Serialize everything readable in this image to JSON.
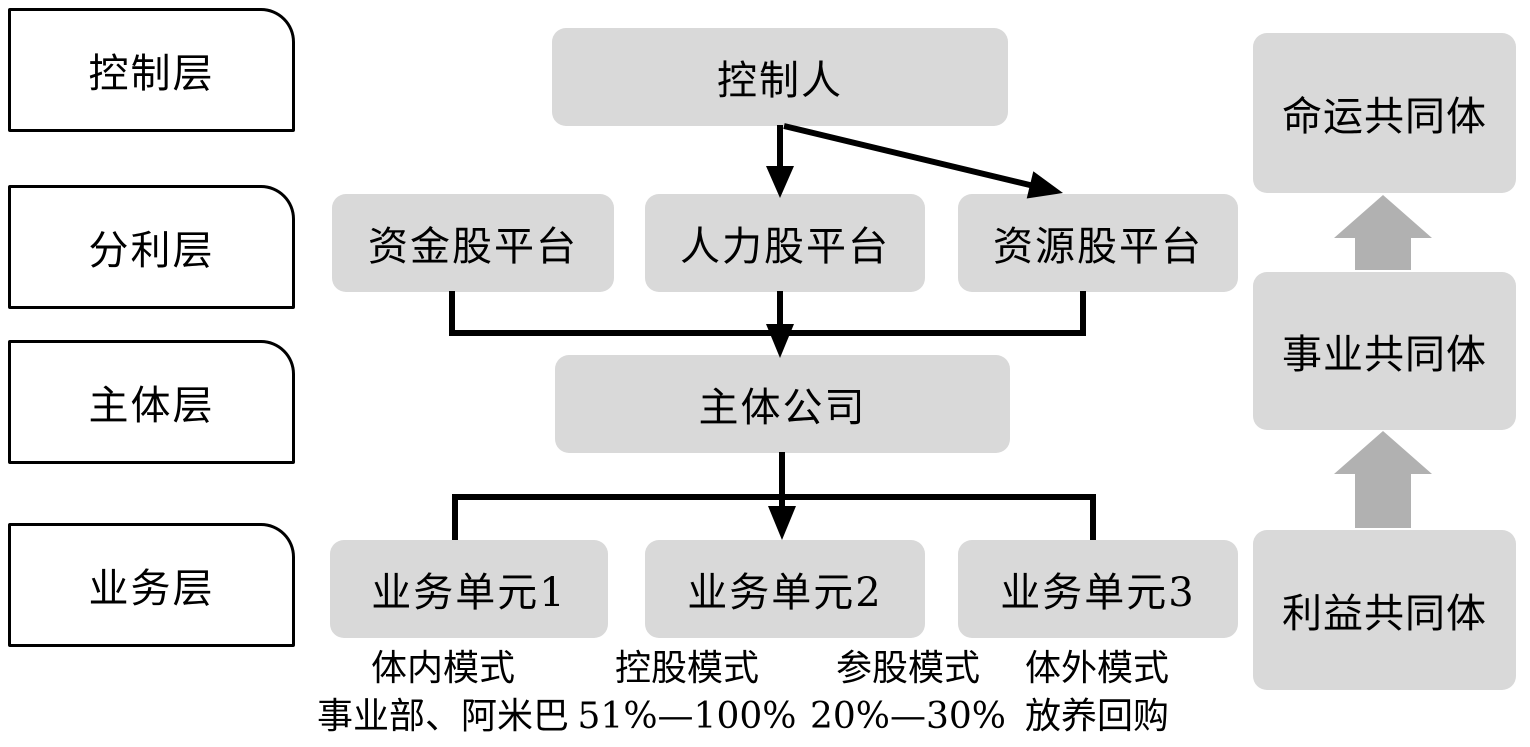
{
  "layers": [
    {
      "label": "控制层"
    },
    {
      "label": "分利层"
    },
    {
      "label": "主体层"
    },
    {
      "label": "业务层"
    }
  ],
  "nodes": {
    "controller": "控制人",
    "capital_platform": "资金股平台",
    "talent_platform": "人力股平台",
    "resource_platform": "资源股平台",
    "main_company": "主体公司",
    "unit1": "业务单元1",
    "unit2": "业务单元2",
    "unit3": "业务单元3"
  },
  "communities": [
    {
      "label": "命运共同体"
    },
    {
      "label": "事业共同体"
    },
    {
      "label": "利益共同体"
    }
  ],
  "modes": [
    {
      "name": "体内模式",
      "detail": "事业部、阿米巴"
    },
    {
      "name": "控股模式",
      "detail": "51%—100%"
    },
    {
      "name": "参股模式",
      "detail": "20%—30%"
    },
    {
      "name": "体外模式",
      "detail": "放养回购"
    }
  ],
  "colors": {
    "background": "#ffffff",
    "node_fill": "#d9d9d9",
    "block_arrow": "#b1b1b1",
    "connector": "#000000",
    "layer_box_border": "#000000",
    "text": "#000000"
  }
}
